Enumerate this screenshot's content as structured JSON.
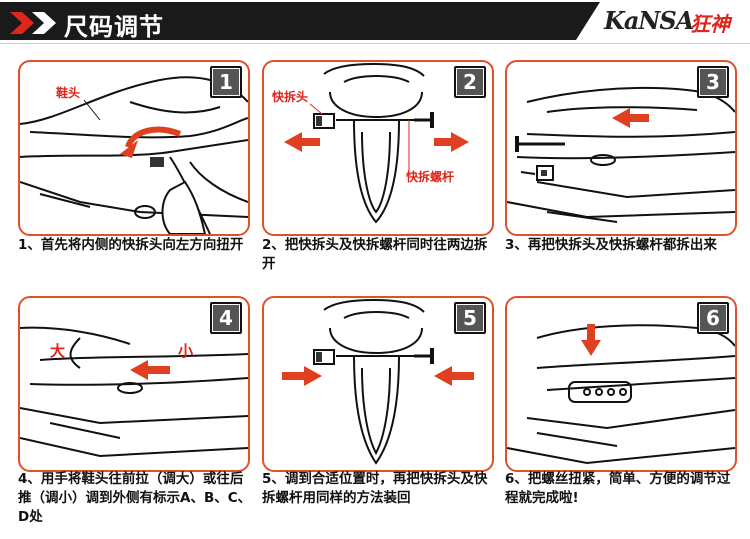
{
  "header": {
    "title": "尺码调节",
    "brand_en": "KaNSA",
    "brand_cn": "狂神"
  },
  "steps": [
    {
      "num": "1",
      "labels": [
        "鞋头"
      ],
      "caption": "1、首先将内侧的快拆头向左方向扭开"
    },
    {
      "num": "2",
      "labels": [
        "快拆头",
        "快拆螺杆"
      ],
      "caption": "2、把快拆头及快拆螺杆同时往两边拆开"
    },
    {
      "num": "3",
      "labels": [],
      "caption": "3、再把快拆头及快拆螺杆都拆出来"
    },
    {
      "num": "4",
      "labels": [
        "大",
        "小"
      ],
      "caption": "4、用手将鞋头往前拉（调大）或往后推（调小）调到外侧有标示A、B、C、D处"
    },
    {
      "num": "5",
      "labels": [],
      "caption": "5、调到合适位置时，再把快拆头及快拆螺杆用同样的方法装回"
    },
    {
      "num": "6",
      "labels": [],
      "caption": "6、把螺丝扭紧，简单、方便的调节过程就完成啦!"
    }
  ],
  "colors": {
    "accent": "#e0502a",
    "arrow": "#e0401f",
    "header_bg": "#1a1a1a",
    "brand_red": "#e0251b"
  }
}
